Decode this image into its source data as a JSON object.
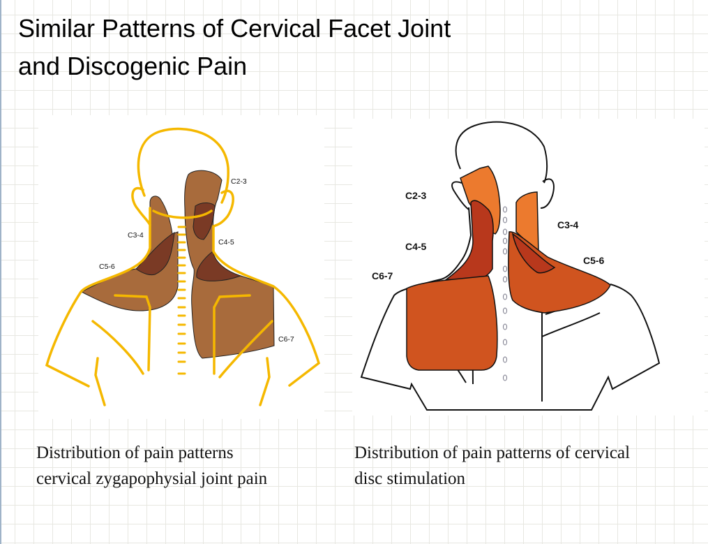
{
  "slide": {
    "title_line1": "Similar Patterns of Cervical Facet Joint",
    "title_line2": "and Discogenic Pain"
  },
  "left_figure": {
    "labels": {
      "c23": "C2-3",
      "c34": "C3-4",
      "c45": "C4-5",
      "c56": "C5-6",
      "c67": "C6-7"
    },
    "caption_line1": "Distribution of pain patterns",
    "caption_line2": "cervical zygapophysial joint pain",
    "colors": {
      "outline": "#f5b800",
      "region": "#a86b3c",
      "overlap": "#7a3a25"
    }
  },
  "right_figure": {
    "labels": {
      "c23": "C2-3",
      "c34": "C3-4",
      "c45": "C4-5",
      "c56": "C5-6",
      "c67": "C6-7"
    },
    "caption_line1": "Distribution of pain patterns of cervical",
    "caption_line2": "disc stimulation",
    "colors": {
      "light": "#ec7a2e",
      "mid": "#d0541f",
      "dark": "#b8381c"
    }
  }
}
